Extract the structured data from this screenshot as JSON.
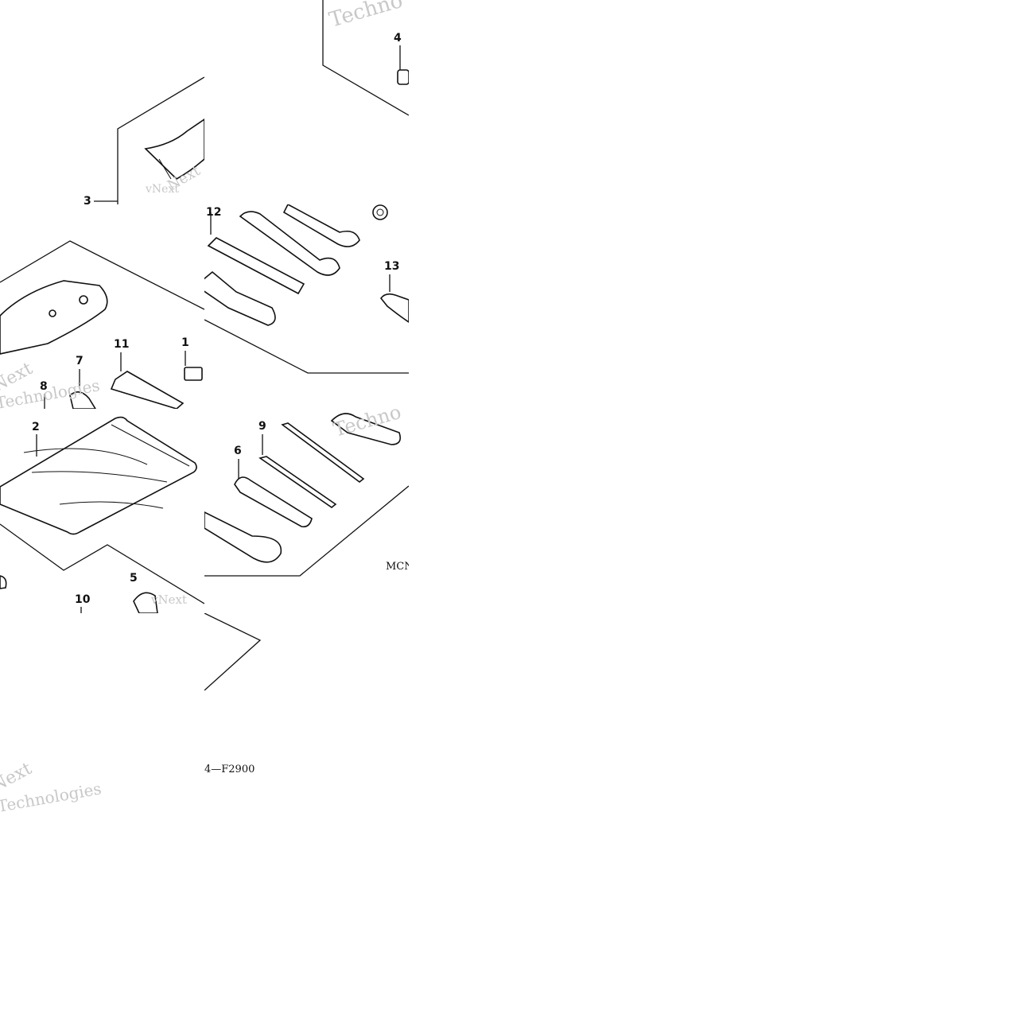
{
  "diagram": {
    "callouts": [
      {
        "id": "c1",
        "label": "1"
      },
      {
        "id": "c2",
        "label": "2"
      },
      {
        "id": "c3",
        "label": "3"
      },
      {
        "id": "c4",
        "label": "4"
      },
      {
        "id": "c5",
        "label": "5"
      },
      {
        "id": "c6",
        "label": "6"
      },
      {
        "id": "c7",
        "label": "7"
      },
      {
        "id": "c8",
        "label": "8"
      },
      {
        "id": "c9",
        "label": "9"
      },
      {
        "id": "c10",
        "label": "10"
      },
      {
        "id": "c11",
        "label": "11"
      },
      {
        "id": "c12",
        "label": "12"
      },
      {
        "id": "c13",
        "label": "13"
      }
    ],
    "codes": {
      "top_right": "MCN",
      "bottom_left": "4—F2900"
    },
    "watermark": {
      "brand": "vNext Technologies",
      "word1": "vNext",
      "word2": "Technologies",
      "fragment_next": "Next",
      "fragment_techno": "Techno"
    }
  }
}
